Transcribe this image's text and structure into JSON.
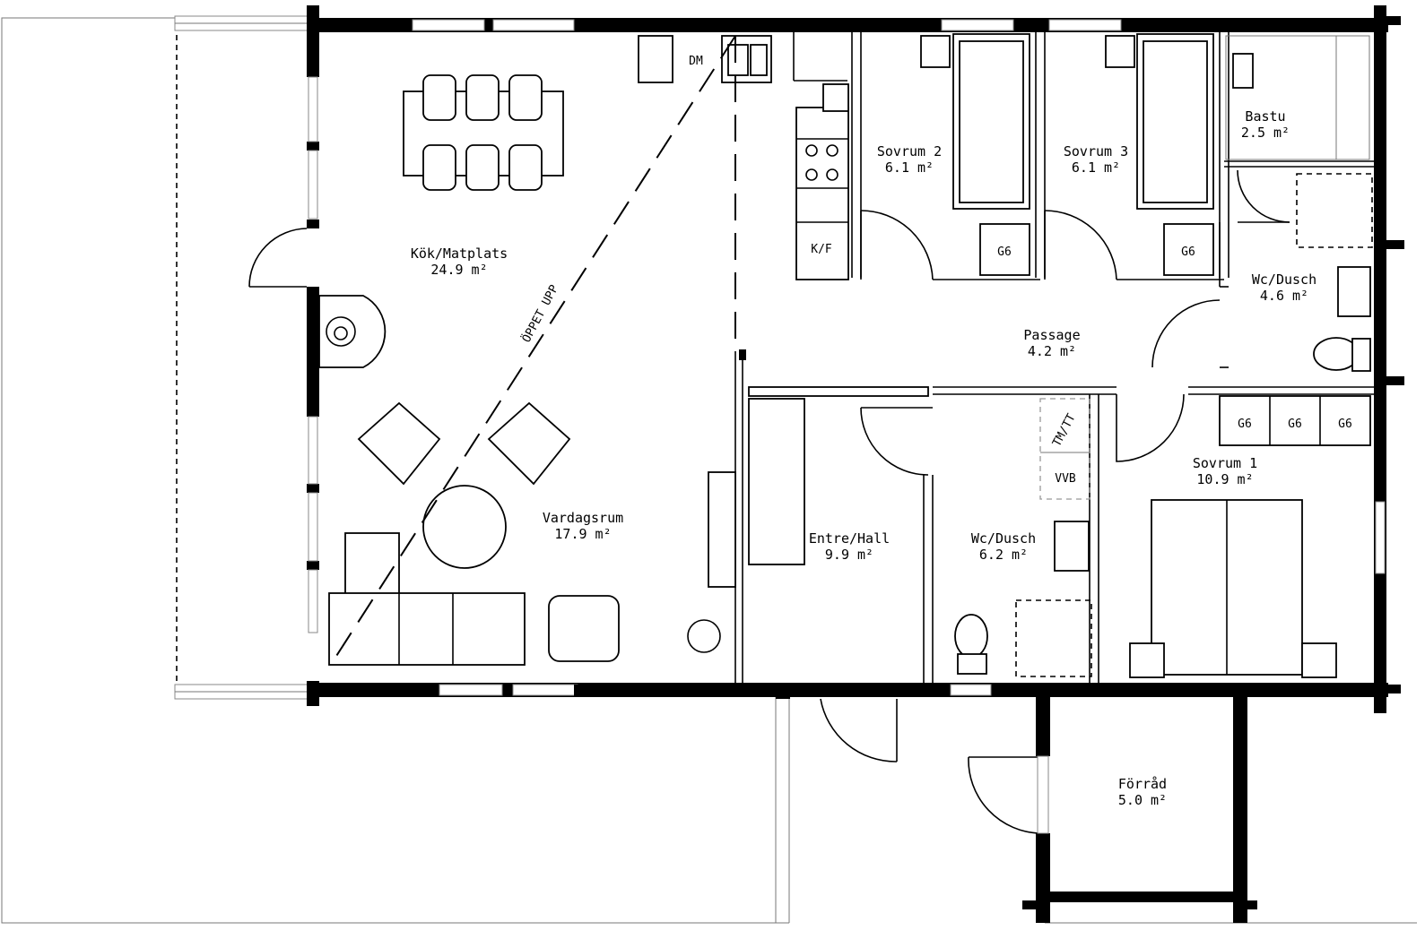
{
  "rooms": [
    {
      "name": "Kök/Matplats",
      "area": "24.9 m²"
    },
    {
      "name": "Vardagsrum",
      "area": "17.9 m²"
    },
    {
      "name": "Sovrum 2",
      "area": "6.1 m²"
    },
    {
      "name": "Sovrum 3",
      "area": "6.1 m²"
    },
    {
      "name": "Bastu",
      "area": "2.5 m²"
    },
    {
      "name": "Wc/Dusch",
      "area": "4.6 m²"
    },
    {
      "name": "Passage",
      "area": "4.2 m²"
    },
    {
      "name": "Entre/Hall",
      "area": "9.9 m²"
    },
    {
      "name": "Wc/Dusch",
      "area": "6.2 m²"
    },
    {
      "name": "Sovrum 1",
      "area": "10.9 m²"
    },
    {
      "name": "Förråd",
      "area": "5.0 m²"
    }
  ],
  "labels": {
    "dm": "DM",
    "kf": "K/F",
    "open_up": "ÖPPET UPP",
    "g6": "G6",
    "tmtt": "TM/TT",
    "vvb": "VVB"
  }
}
